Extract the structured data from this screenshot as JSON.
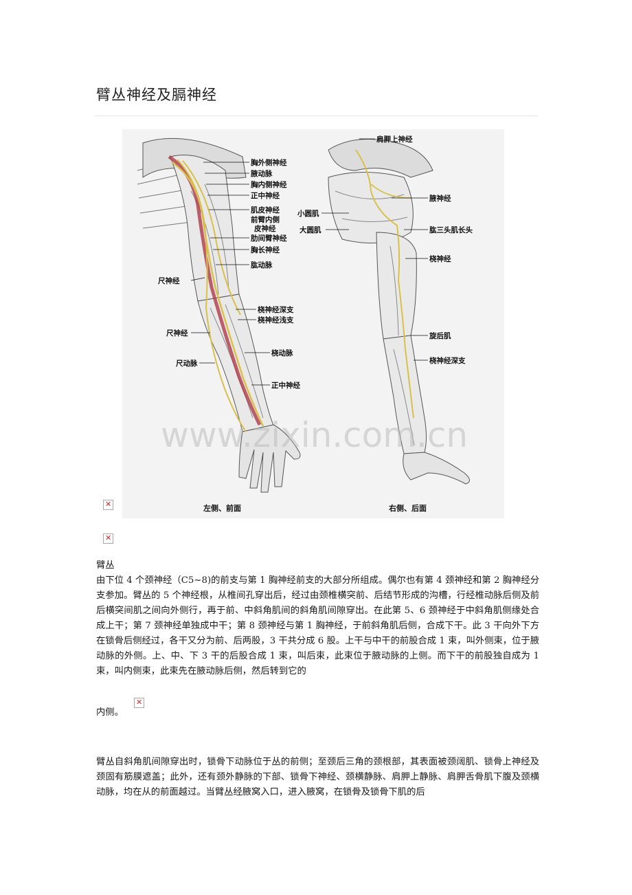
{
  "doc": {
    "title": "臂丛神经及膈神经",
    "section_heading": "臂丛",
    "paragraph1": "由下位 4 个颈神经（C5~8)的前支与第 1 胸神经前支的大部分所组成。偶尔也有第 4 颈神经和第 2 胸神经分支参加。臂丛的 5 个神经根，从椎间孔穿出后，经过由颈椎横突前、后结节形成的沟槽，行经椎动脉后侧及前后横突间肌之间向外侧行，再于前、中斜角肌间的斜角肌间隙穿出。在此第 5、6 颈神经于中斜角肌侧缘处合成上干；第 7 颈神经单独成中干；第 8 颈神经与第 1 胸神经，于前斜角肌后侧，合成下干。此 3 干向外下方在锁骨后侧经过，各干又分为前、后两股，3 干共分成 6 股。上干与中干的前股合成 1 束，叫外侧束，位于腋动脉的外侧。上、中、下 3 干的后股合成 1 束，叫后束，此束位于腋动脉的上侧。而下干的前股独自成为 1 束，叫内侧束，此束先在腋动脉后侧，然后转到它的",
    "paragraph1_tail": "内侧。",
    "paragraph2": "臂丛自斜角肌间隙穿出时，锁骨下动脉位于丛的前侧；至颈后三角的颈根部，其表面被颈阔肌、锁骨上神经及颈固有筋膜遮盖；此外，还有颈外静脉的下部、锁骨下神经、颈横静脉、肩胛上静脉、肩胛舌骨肌下腹及颈横动脉，均在从的前面越过。当臂丛经腋窝入口，进入腋窝，在锁骨及锁骨下肌的后"
  },
  "figure": {
    "watermark": "www.zixin.com.cn",
    "left_caption": "左侧、前面",
    "right_caption": "右侧、后面",
    "left_labels": [
      "胸外侧神经",
      "腋动脉",
      "胸内侧神经",
      "正中神经",
      "肌皮神经",
      "前臂内侧",
      "皮神经",
      "肋间臂神经",
      "胸长神经",
      "肱动脉",
      "尺神经",
      "桡神经深支",
      "桡神经浅支",
      "尺神经",
      "桡动脉",
      "尺动脉",
      "正中神经"
    ],
    "right_labels": [
      "肩胛上神经",
      "腋神经",
      "小圆肌",
      "大圆肌",
      "肱三头肌长头",
      "桡神经",
      "旋后肌",
      "桡神经深支"
    ]
  },
  "colors": {
    "artery": "#b03a48",
    "nerve": "#d9c04a",
    "muscle_line": "#555555"
  }
}
